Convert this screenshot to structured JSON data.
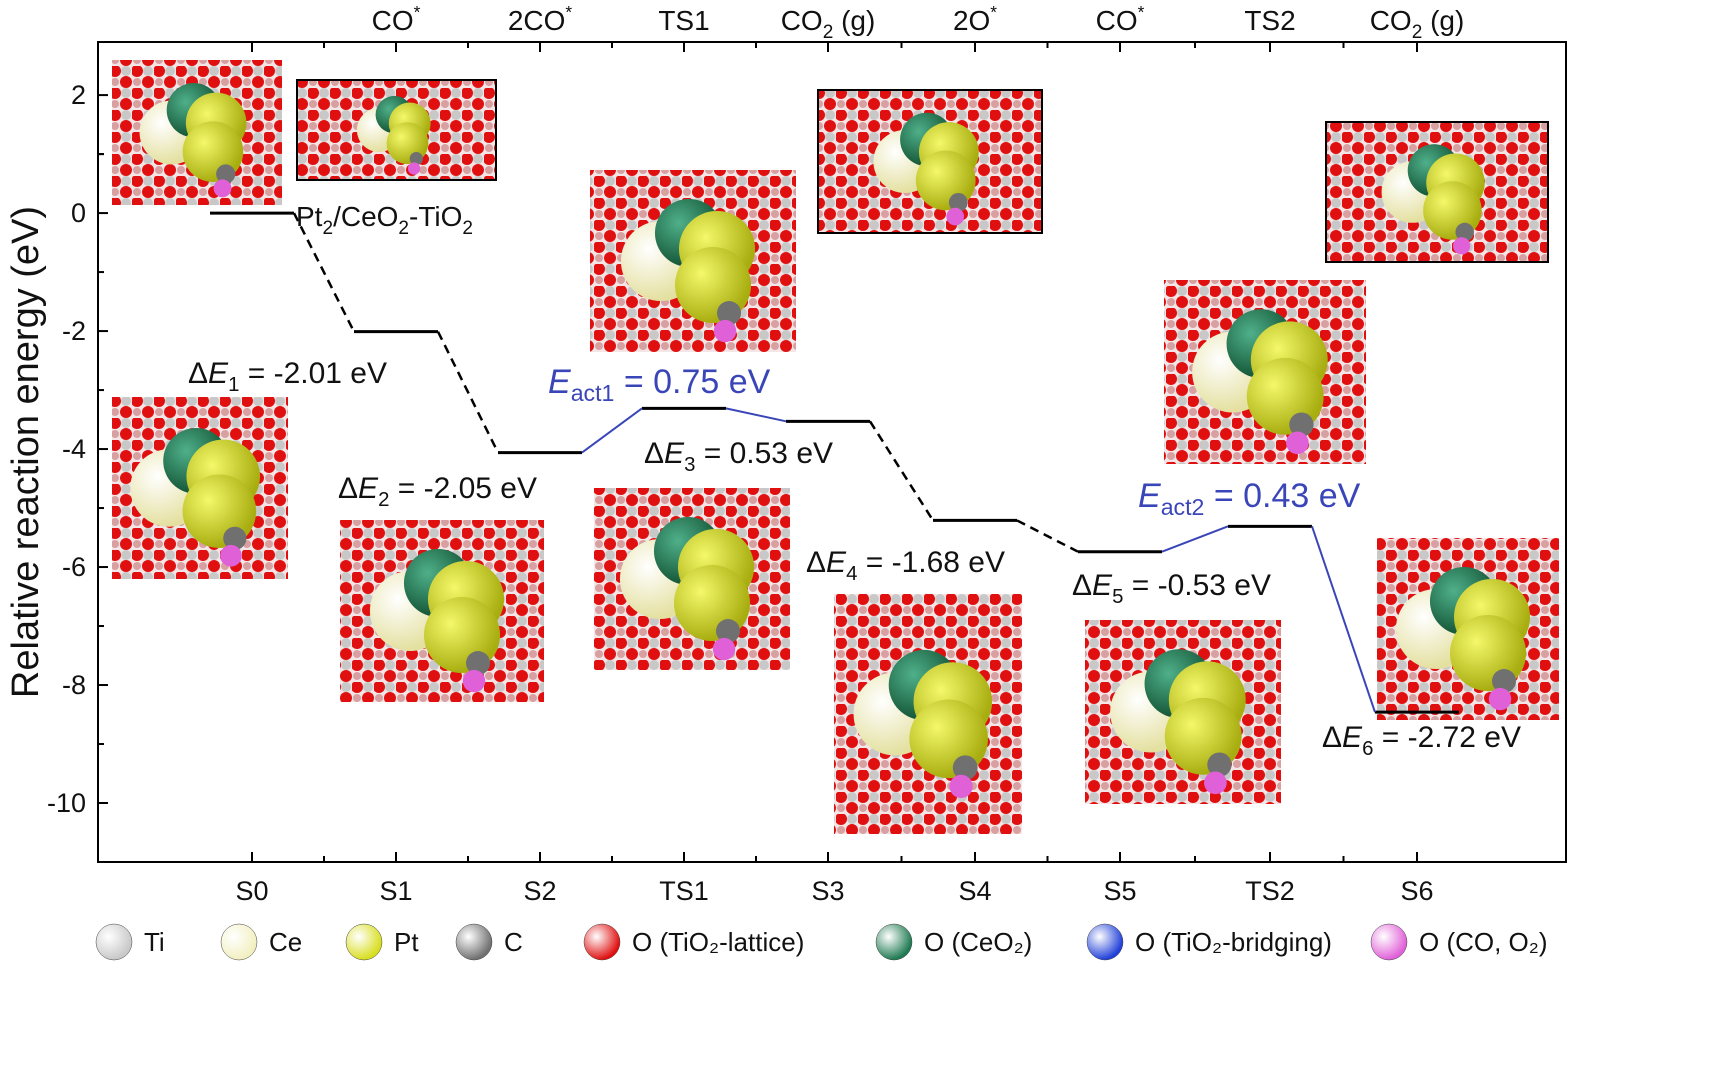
{
  "chart_data": {
    "type": "line",
    "ylabel": "Relative reaction energy (eV)",
    "ylim": [
      -11,
      2.9
    ],
    "yticks": [
      -10,
      -8,
      -6,
      -4,
      -2,
      0,
      2
    ],
    "yticklabels": [
      "-10",
      "-8",
      "-6",
      "-4",
      "-2",
      "0",
      "2"
    ],
    "categories": [
      "S0",
      "S1",
      "S2",
      "TS1",
      "S3",
      "S4",
      "S5",
      "TS2",
      "S6"
    ],
    "top_labels": [
      {
        "pre": "CO",
        "sup": "*",
        "sub": "",
        "post": ""
      },
      {
        "pre": "2CO",
        "sup": "*",
        "sub": "",
        "post": ""
      },
      {
        "pre": "TS1",
        "sup": "",
        "sub": "",
        "post": ""
      },
      {
        "pre": "CO",
        "sup": "",
        "sub": "2",
        "post": " (g)"
      },
      {
        "pre": "2O",
        "sup": "*",
        "sub": "",
        "post": ""
      },
      {
        "pre": "CO",
        "sup": "*",
        "sub": "",
        "post": ""
      },
      {
        "pre": "TS2",
        "sup": "",
        "sub": "",
        "post": ""
      },
      {
        "pre": "CO",
        "sup": "",
        "sub": "2",
        "post": " (g)"
      }
    ],
    "levels": [
      0,
      -2.01,
      -4.06,
      -3.31,
      -3.53,
      -5.21,
      -5.74,
      -5.31,
      -8.46
    ],
    "connectors": [
      "dashed",
      "dashed",
      "solid-blue",
      "solid-blue",
      "dashed",
      "dashed",
      "solid-blue",
      "solid-blue"
    ],
    "annotations": [
      {
        "pre": "ΔE",
        "sub": "1",
        "post": " = -2.01 eV"
      },
      {
        "pre": "ΔE",
        "sub": "2",
        "post": " = -2.05 eV"
      },
      {
        "pre": "ΔE",
        "sub": "3",
        "post": " = 0.53 eV"
      },
      {
        "pre": "ΔE",
        "sub": "4",
        "post": " = -1.68 eV"
      },
      {
        "pre": "ΔE",
        "sub": "5",
        "post": " = -0.53 eV"
      },
      {
        "pre": "ΔE",
        "sub": "6",
        "post": " = -2.72 eV"
      }
    ],
    "activation": [
      {
        "pre": "E",
        "sub": "act1",
        "post": " = 0.75 eV"
      },
      {
        "pre": "E",
        "sub": "act2",
        "post": " = 0.43 eV"
      }
    ],
    "system_label": {
      "a": "Pt",
      "a_sub": "2",
      "b": "/CeO",
      "b_sub": "2",
      "c": "-TiO",
      "c_sub": "2"
    },
    "colors": {
      "level": "#000000",
      "ts_path": "#3a46b8",
      "axis": "#000000"
    },
    "legend": [
      {
        "label": "Ti",
        "color": "#c8c8c8"
      },
      {
        "label": "Ce",
        "color": "#f2f0c0"
      },
      {
        "label": "Pt",
        "color": "#d8de1e"
      },
      {
        "label": "C",
        "color": "#707070"
      },
      {
        "label": "O (TiO₂-lattice)",
        "color": "#e01010"
      },
      {
        "label": "O (CeO₂)",
        "color": "#1f7a52"
      },
      {
        "label": "O (TiO₂-bridging)",
        "color": "#2040d8"
      },
      {
        "label": "O (CO, O₂)",
        "color": "#e060d8"
      }
    ]
  }
}
